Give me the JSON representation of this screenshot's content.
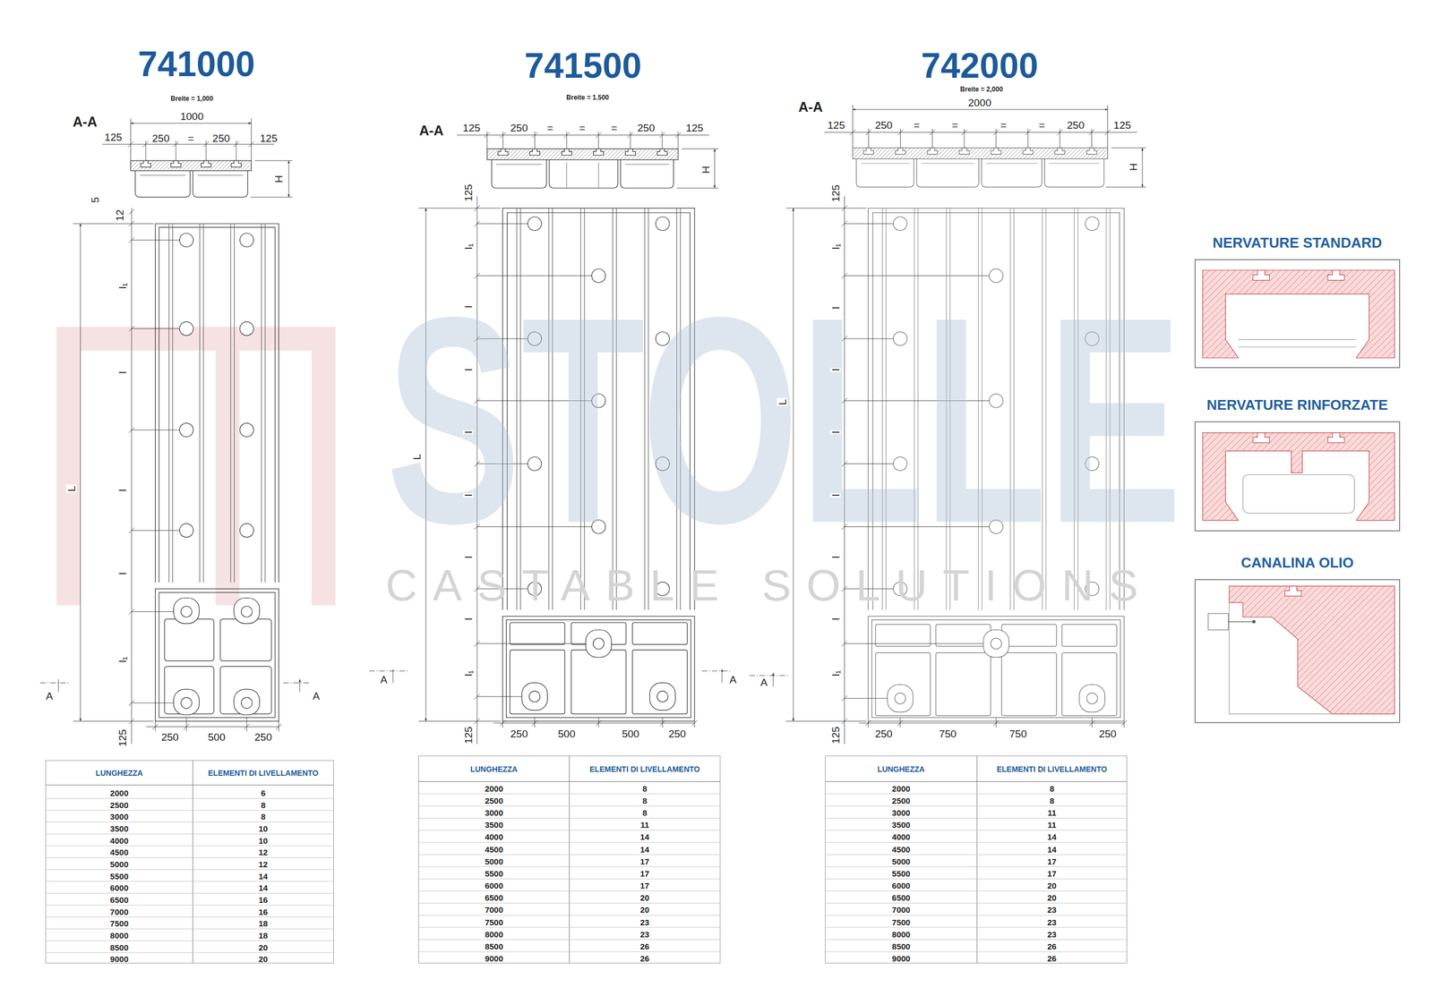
{
  "diagram": {
    "nodes": [
      {
        "text": [
          "NERVATURE STANDARD"
        ]
      },
      {
        "text": [
          "NERVATURE RINFORZATE"
        ]
      },
      {
        "text": [
          "CANALINA OLIO"
        ]
      }
    ],
    "labels": [
      "741000",
      "A-A",
      "Breite = 1,000",
      "1000",
      "125",
      "250",
      "=",
      "250",
      "125",
      "H",
      "5",
      "12",
      "l₁",
      "l",
      "l",
      "l",
      "L",
      "l₁",
      "A",
      "A",
      "125",
      "250",
      "500",
      "250",
      "LUNGHEZZA",
      "ELEMENTI DI LIVELLAMENTO",
      "2000",
      "6",
      "2500",
      "8",
      "3000",
      "8",
      "3500",
      "10",
      "4000",
      "10",
      "4500",
      "12",
      "5000",
      "12",
      "5500",
      "14",
      "6000",
      "14",
      "6500",
      "16",
      "7000",
      "16",
      "7500",
      "18",
      "8000",
      "18",
      "8500",
      "20",
      "9000",
      "20",
      "741500",
      "A-A",
      "Breite = 1.500",
      "125",
      "250",
      "=",
      "=",
      "=",
      "250",
      "125",
      "H",
      "125",
      "l₁",
      "l",
      "l",
      "l",
      "l",
      "l",
      "l",
      "l₁",
      "L",
      "A",
      "A",
      "125",
      "250",
      "500",
      "500",
      "250",
      "LUNGHEZZA",
      "ELEMENTI DI LIVELLAMENTO",
      "2000",
      "8",
      "2500",
      "8",
      "3000",
      "8",
      "3500",
      "11",
      "4000",
      "14",
      "4500",
      "14",
      "5000",
      "17",
      "5500",
      "17",
      "6000",
      "17",
      "6500",
      "20",
      "7000",
      "20",
      "7500",
      "23",
      "8000",
      "23",
      "8500",
      "26",
      "9000",
      "26",
      "742000",
      "A-A",
      "Breite = 2,000",
      "2000",
      "125",
      "250",
      "=",
      "=",
      "=",
      "=",
      "250",
      "125",
      "H",
      "125",
      "l₁",
      "l",
      "l",
      "l",
      "l",
      "l",
      "l",
      "l₁",
      "L",
      "A",
      "125",
      "250",
      "750",
      "750",
      "250",
      "LUNGHEZZA",
      "ELEMENTI DI LIVELLAMENTO",
      "2000",
      "8",
      "2500",
      "8",
      "3000",
      "11",
      "3500",
      "11",
      "4000",
      "14",
      "4500",
      "14",
      "5000",
      "17",
      "5500",
      "17",
      "6000",
      "20",
      "6500",
      "20",
      "7000",
      "23",
      "7500",
      "23",
      "8000",
      "23",
      "8500",
      "26",
      "9000",
      "26",
      "STOLLE",
      "CASTABLE SOLUTIONS"
    ]
  }
}
